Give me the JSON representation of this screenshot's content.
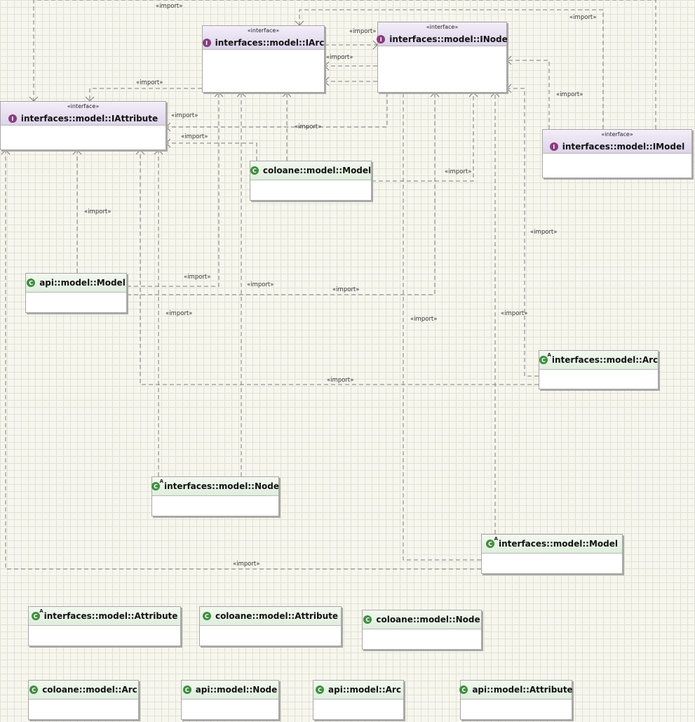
{
  "diagram": {
    "stereotype": "«interface»",
    "import_label": "«import»",
    "icon_letters": {
      "interface": "I",
      "class": "C"
    },
    "nodes": {
      "iarc": {
        "name": "interfaces::model::IArc",
        "kind": "interface"
      },
      "inode": {
        "name": "interfaces::model::INode",
        "kind": "interface"
      },
      "iattribute": {
        "name": "interfaces::model::IAttribute",
        "kind": "interface"
      },
      "imodel": {
        "name": "interfaces::model::IModel",
        "kind": "interface"
      },
      "coloane_model": {
        "name": "coloane::model::Model",
        "kind": "class"
      },
      "api_model": {
        "name": "api::model::Model",
        "kind": "class"
      },
      "interfaces_arc": {
        "name": "interfaces::model::Arc",
        "kind": "abstract-class"
      },
      "interfaces_node": {
        "name": "interfaces::model::Node",
        "kind": "abstract-class"
      },
      "interfaces_model": {
        "name": "interfaces::model::Model",
        "kind": "abstract-class"
      },
      "interfaces_attribute": {
        "name": "interfaces::model::Attribute",
        "kind": "abstract-class"
      },
      "coloane_attribute": {
        "name": "coloane::model::Attribute",
        "kind": "class"
      },
      "coloane_node": {
        "name": "coloane::model::Node",
        "kind": "class"
      },
      "coloane_arc": {
        "name": "coloane::model::Arc",
        "kind": "class"
      },
      "api_node": {
        "name": "api::model::Node",
        "kind": "class"
      },
      "api_arc": {
        "name": "api::model::Arc",
        "kind": "class"
      },
      "api_attribute": {
        "name": "api::model::Attribute",
        "kind": "class"
      }
    }
  }
}
